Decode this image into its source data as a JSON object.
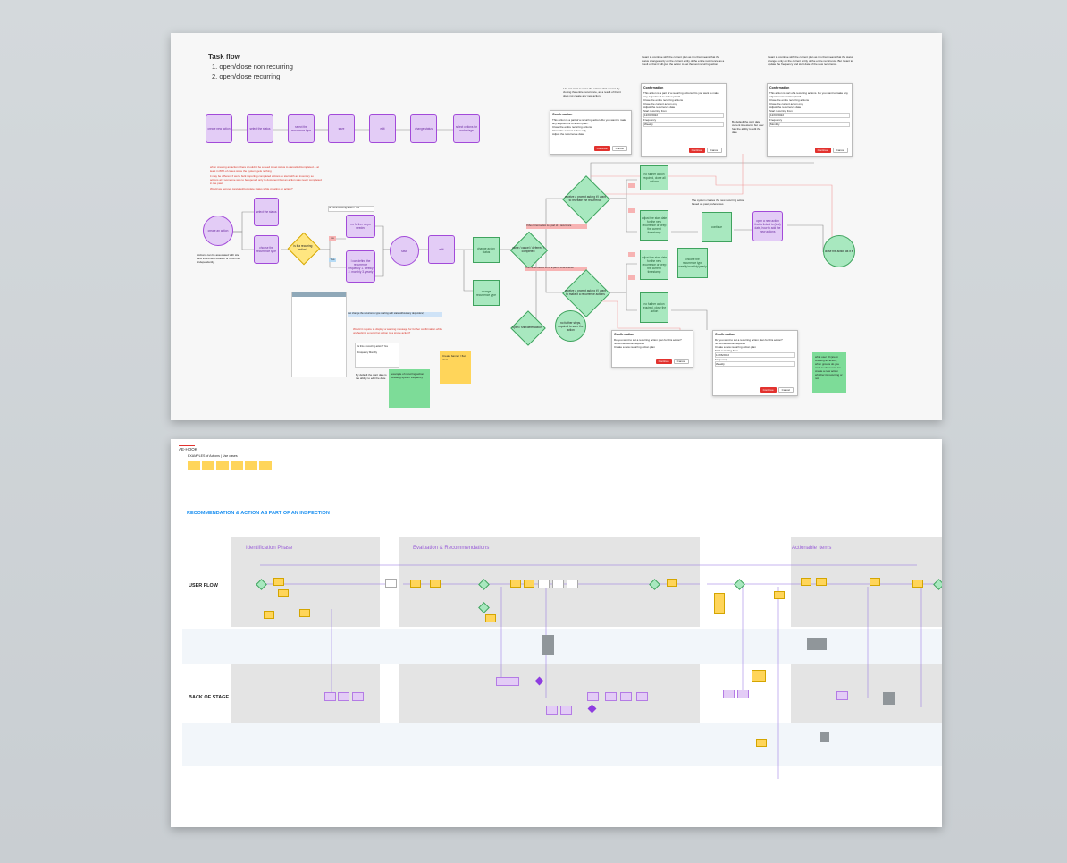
{
  "top_board": {
    "title": "Task flow",
    "items": [
      "1. open/close non recurring",
      "2. open/close recurring"
    ],
    "process_boxes": [
      "create new action",
      "select the status",
      "select the recurrence type",
      "save",
      "edit",
      "change status",
      "select options for each stage"
    ],
    "create_action_circle": "create an action",
    "create_action_note": "Actions can be associated with site and instrument location or it can live independently.",
    "select_the_status": "select the status",
    "choose_recurrence": "choose the recurrence type",
    "is_recurring": "is it a recurring action?",
    "no_label": "no",
    "yes_label": "Yes",
    "no_further_steps": "no further steps needed",
    "define_frequency": "I can define the recurrence frequency 1. weekly 2. monthly 3. yearly",
    "save_circle": "save",
    "edit_box": "edit",
    "change_action_status": "change action status",
    "change_recurrence_type": "change recurrence type",
    "close_diamond": "close / cancel / deferred / completed",
    "open_diamond": "open / shift/defer action",
    "no_further_open": "no further steps, required to save the action",
    "receive_prompt_top": "receive a prompt asking if I want to recreate the recurrence",
    "receive_prompt_bottom": "receive a prompt asking if I want to make it a recurrence actions",
    "note_part_of_recurrence": "If the current action is a part of a recurrence",
    "note_not_part_of_recurrence": "If the current action is not a part of a recurrence",
    "no_further_close_all": "no further action required, close all actions",
    "adjust_start_date": "adjust the start date for the new recurrence or keep the current timestamp",
    "continue_box": "continue",
    "choose_recurrence_type": "choose the recurrence type weekly/monthly/yearly",
    "adjust_start_date_2": "adjust the start date for the new recurrence or keep the current timestamp",
    "no_further_close_action": "no further action required, close the action",
    "open_new_action": "open a new action that is linked to (last) date, how to add the new actions",
    "close_action_circle": "close the action as it is",
    "system_creates_note": "The system creates the new recurring action based on past preferences",
    "default_start_note": "By default the start date current timestamp but user has the ability to edit the date",
    "edit_date_note": "By default the start date is the ability to edit the date",
    "recurrence_changes_note": "can change the recurrence type starting with state without any dependency",
    "warning_note": "Would it require to display a warning message for further confirmation while unchecking a recurring action to a single action?",
    "recurrence_note_green": "example of recurring action creating system frequency",
    "recurrence_note_yellow": "Create banner / flat alert",
    "right_green_note": "what user fill (are in creating an action, when groups do you want to show new are create a new action whether its recurring or not",
    "red_notes": [
      "when creating an action, there shouldn't be a need to set status to cancelled/completed -- at least in 80% of cases since the system gets nothing",
      "it may be different if we're bulk importing completed actions to start with an inventory so actions at 0 someone was to be opened only to document that an action was never completed in the past.",
      "Would we remove canceled/complete status while creating an action?"
    ],
    "question_note_1": "I do not want to recur the actions that means by closing the entire recurrence, as a result of that it does not create any new action.",
    "question_note_2": "I want to continue with the current plan as it is that means that the status changes only on the current entity of the entire recurrence as a result of that it will give the action to set the next recurring action.",
    "question_note_3": "I want to continue with the current plan as it is that means that the status changes only on the current entity of the entire recurrence. But I want to update the frequency and start date of the new recurrence.",
    "dialogs": [
      {
        "title": "Confirmation",
        "body": "This action is a part of a recurring action. Do you want to make any adjustment to action plan?",
        "options": [
          "Close the entire recurring actions",
          "Close the current action only",
          "Adjust the recurrence date"
        ],
        "primary": "Continue",
        "secondary": "Cancel"
      },
      {
        "title": "Confirmation",
        "body": "This action is a part of a recurring actions. Do you want to make any adjustment to action plan?",
        "options": [
          "Close the entire recurring actions",
          "Close the current action only",
          "Adjust the recurrence date"
        ],
        "field1_label": "Start recurring from",
        "field1_value": "12/04/2022",
        "field2_label": "Frequency",
        "field2_value": "Weekly",
        "primary": "Continue",
        "secondary": "Cancel"
      },
      {
        "title": "Confirmation",
        "body": "This action is part of a recurring actions. Do you want to make any adjustment to action plan?",
        "options": [
          "Close the entire recurring actions",
          "Close the current action only",
          "Adjust the recurrence date"
        ],
        "field1_label": "Start recurring from",
        "field1_value": "12/04/2022",
        "field2_label": "Frequency",
        "field2_value": "Monthly",
        "primary": "Continue",
        "secondary": "Cancel"
      },
      {
        "title": "Confirmation",
        "body": "Do you want to set a recurring action plan for this action?",
        "options": [
          "No further action required",
          "Create a new recurring action plan"
        ],
        "primary": "Continue",
        "secondary": "Cancel"
      },
      {
        "title": "Confirmation",
        "body": "Do you want to set a recurring action plan for this action?",
        "options": [
          "No further action required",
          "Create a new recurring action plan"
        ],
        "field1_label": "Start recurring from",
        "field1_value": "12/06/2022",
        "field2_label": "Frequency",
        "field2_value": "Weekly",
        "primary": "Continue",
        "secondary": "Cancel"
      }
    ],
    "form_top_label": "Is this a recurring action?",
    "form_top_value": "Yes",
    "small_form": {
      "label": "Is this a recurring action?",
      "value": "Yes",
      "freq_label": "Frequency",
      "freq_value": "Monthly"
    }
  },
  "bottom_board": {
    "tag": "AE-HOOK",
    "subtitle": "EXAMPLES of Actions | Use cases",
    "section_title": "RECOMMENDATION & ACTION AS PART OF AN INSPECTION",
    "phases": [
      "Identification Phase",
      "Evaluation & Recommendations",
      "Actionable Items"
    ],
    "lanes": [
      "USER FLOW",
      "BACK OF STAGE"
    ]
  },
  "colors": {
    "purple_fill": "#e3ccf6",
    "purple_border": "#a24ad9",
    "green_fill": "#a8e8bf",
    "green_border": "#3fa35e",
    "yellow": "#ffd55a",
    "red_text": "#d93025",
    "section_blue": "#1a8ff0",
    "phase_purple": "#9a5fd8"
  }
}
